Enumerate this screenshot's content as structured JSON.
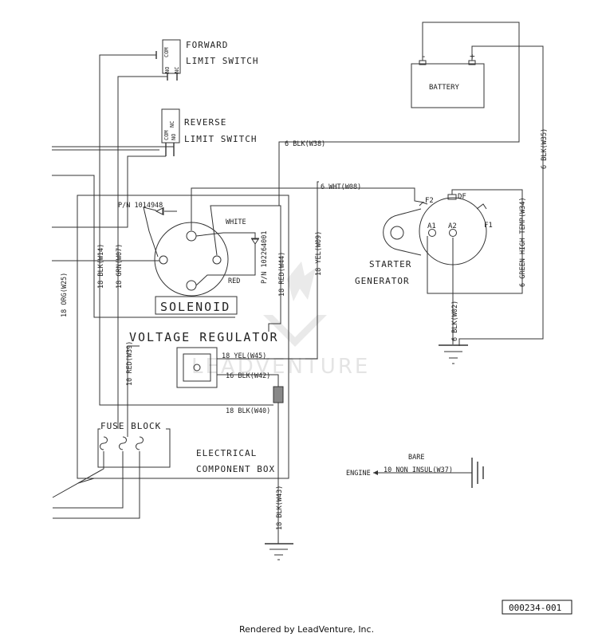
{
  "components": {
    "forward_switch": {
      "line1": "FORWARD",
      "line2": "LIMIT SWITCH",
      "pin_com": "COM",
      "pin_no": "NO",
      "pin_nc": "NC"
    },
    "reverse_switch": {
      "line1": "REVERSE",
      "line2": "LIMIT SWITCH",
      "pin_com": "COM",
      "pin_no": "NO",
      "pin_nc": "NC"
    },
    "battery": {
      "label": "BATTERY",
      "neg": "-",
      "pos": "+"
    },
    "solenoid": {
      "label": "SOLENOID",
      "part_number": "P/N 1014948",
      "white": "WHITE",
      "red": "RED"
    },
    "diode": {
      "part_number": "P/N 102264001"
    },
    "voltage_regulator": {
      "label": "VOLTAGE REGULATOR"
    },
    "starter_generator": {
      "line1": "STARTER",
      "line2": "GENERATOR",
      "a1": "A1",
      "a2": "A2",
      "df": "DF",
      "f1": "F1",
      "f2": "F2"
    },
    "fuse_block": {
      "label": "FUSE BLOCK"
    },
    "component_box": {
      "line1": "ELECTRICAL",
      "line2": "COMPONENT BOX"
    },
    "engine": {
      "label": "ENGINE",
      "bare": "BARE"
    }
  },
  "wires": {
    "w38": "6 BLK(W38)",
    "w35": "6 BLK(W35)",
    "w08": "6 WHT(W08)",
    "w34": "6 GREEN HIGH TEMP(W34)",
    "w02": "6 BLK(W02)",
    "w14": "18 BLK(W14)",
    "w07": "18 GRN(W07)",
    "w25": "18 ORG(W25)",
    "w44": "18 RED(W44)",
    "w09": "18 YEL(W09)",
    "w39": "10 RED(W39)",
    "w45": "18 YEL(W45)",
    "w42": "16 BLK(W42)",
    "w40": "18 BLK(W40)",
    "w43": "18 BLK(W43)",
    "w37": "10 NON INSUL(W37)"
  },
  "watermark": "LEADVENTURE",
  "ref_number": "000234-001",
  "footer": "Rendered by LeadVenture, Inc."
}
